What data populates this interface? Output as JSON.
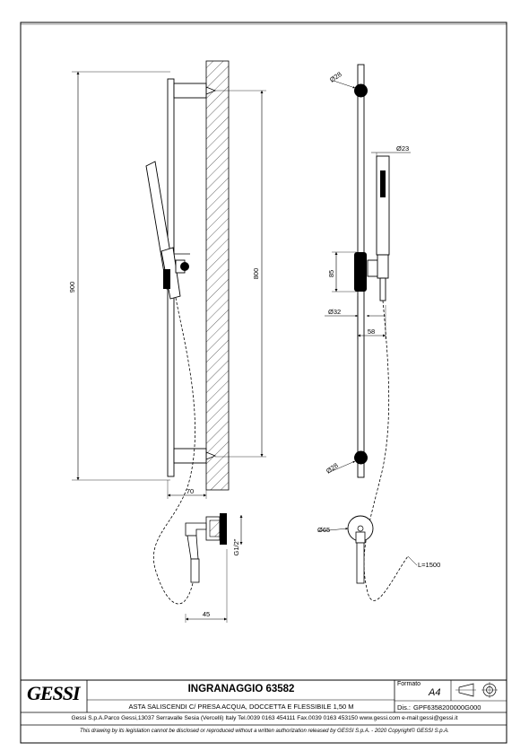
{
  "title_block": {
    "logo_text": "GESSI",
    "drawing_title": "INGRANAGGIO 63582",
    "description": "ASTA SALISCENDI C/ PRESA ACQUA, DOCCETTA E FLESSIBILE 1,50 M",
    "format_label": "Formato",
    "format_value": "A4",
    "drawing_number_label": "Dis.:",
    "drawing_number": "GPF6358200000G000",
    "company_line": "Gessi S.p.A.Parco Gessi,13037 Serravalle Sesia (Vercelli) Italy Tel.0039 0163 454111 Fax.0039 0163 453150 www.gessi.com e-mail:gessi@gessi.it",
    "legal_line": "This drawing by its legislation cannot be disclosed or reproduced without a written authorization released by GESSI S.p.A. - 2020 Copyright© GESSI S.p.A."
  },
  "dimensions": {
    "total_height": "900",
    "bracket_spacing": "800",
    "wall_offset": "70",
    "thread": "G1/2\"",
    "outlet_depth": "45",
    "top_bracket_dia": "Ø28",
    "bottom_bracket_dia": "Ø28",
    "handshower_dia": "Ø23",
    "slider_height": "85",
    "bar_dia": "Ø32",
    "slider_projection": "58",
    "outlet_dia": "Ø65",
    "hose_length": "L=1500"
  }
}
